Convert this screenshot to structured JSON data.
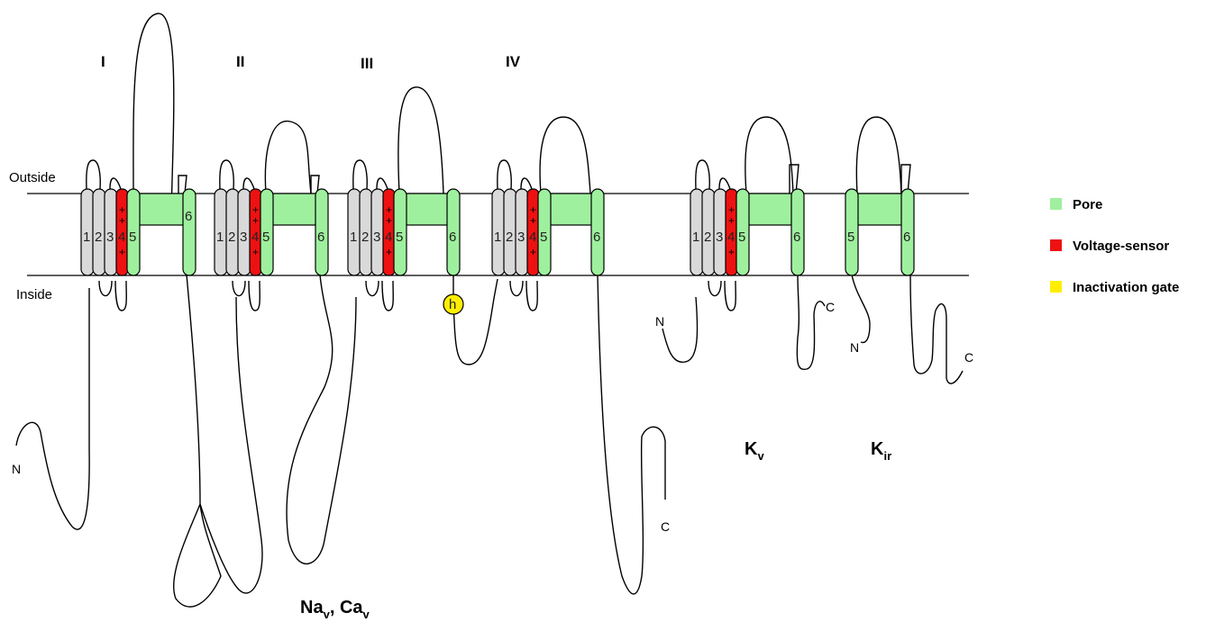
{
  "membrane": {
    "outside_label": "Outside",
    "inside_label": "Inside"
  },
  "domains": {
    "labels": [
      "I",
      "II",
      "III",
      "IV"
    ]
  },
  "segments": {
    "s1": "1",
    "s2": "2",
    "s3": "3",
    "s4": "4",
    "s5": "5",
    "s6": "6",
    "charge": "+"
  },
  "inactivation_particle": "h",
  "termini": {
    "n": "N",
    "c": "C"
  },
  "channels": {
    "nav_cav": {
      "na": "Na",
      "na_sub": "v",
      "sep": ", ",
      "ca": "Ca",
      "ca_sub": "v"
    },
    "kv": {
      "main": "K",
      "sub": "v"
    },
    "kir": {
      "main": "K",
      "sub": "ir"
    }
  },
  "legend": [
    {
      "label": "Pore",
      "color": "#9ef09e"
    },
    {
      "label": "Voltage-sensor",
      "color": "#ee1111"
    },
    {
      "label": "Inactivation gate",
      "color": "#ffee00"
    }
  ],
  "colors": {
    "pore": "#9ef09e",
    "voltage_sensor": "#ee1111",
    "gate": "#ffee00",
    "helix_gray": "#d9d9d9"
  }
}
